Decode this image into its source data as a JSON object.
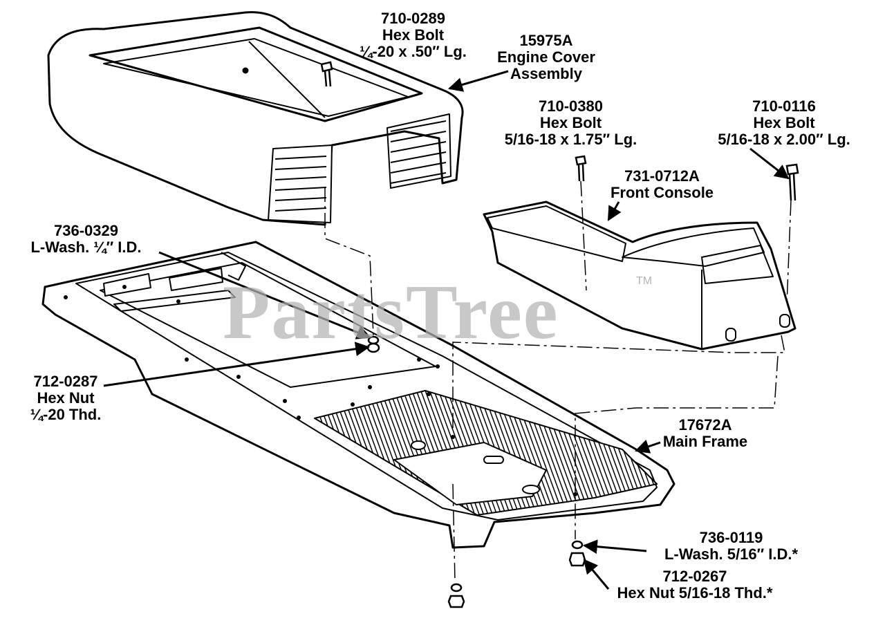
{
  "watermark": {
    "text": "PartsTree",
    "trademark": "TM"
  },
  "callouts": {
    "hex_bolt_top": {
      "part_no": "710-0289",
      "name": "Hex Bolt",
      "spec": "¼-20 x .50″ Lg."
    },
    "engine_cover": {
      "part_no": "15975A",
      "name": "Engine Cover",
      "name2": "Assembly"
    },
    "hex_bolt_mid": {
      "part_no": "710-0380",
      "name": "Hex Bolt",
      "spec": "5/16-18 x 1.75″ Lg."
    },
    "hex_bolt_right": {
      "part_no": "710-0116",
      "name": "Hex Bolt",
      "spec": "5/16-18 x 2.00″ Lg."
    },
    "front_console": {
      "part_no": "731-0712A",
      "name": "Front Console"
    },
    "lock_washer_quarter": {
      "part_no": "736-0329",
      "name": "L-Wash. ¼″ I.D."
    },
    "hex_nut_quarter": {
      "part_no": "712-0287",
      "name": "Hex Nut",
      "spec": "¼-20 Thd."
    },
    "main_frame": {
      "part_no": "17672A",
      "name": "Main Frame"
    },
    "lock_washer_5_16": {
      "part_no": "736-0119",
      "name": "L-Wash. 5/16″ I.D.*"
    },
    "hex_nut_5_16": {
      "part_no": "712-0267",
      "name": "Hex Nut 5/16-18 Thd.*"
    }
  },
  "colors": {
    "ink": "#000000",
    "watermark": "#b4b4b4",
    "paper": "#ffffff"
  }
}
